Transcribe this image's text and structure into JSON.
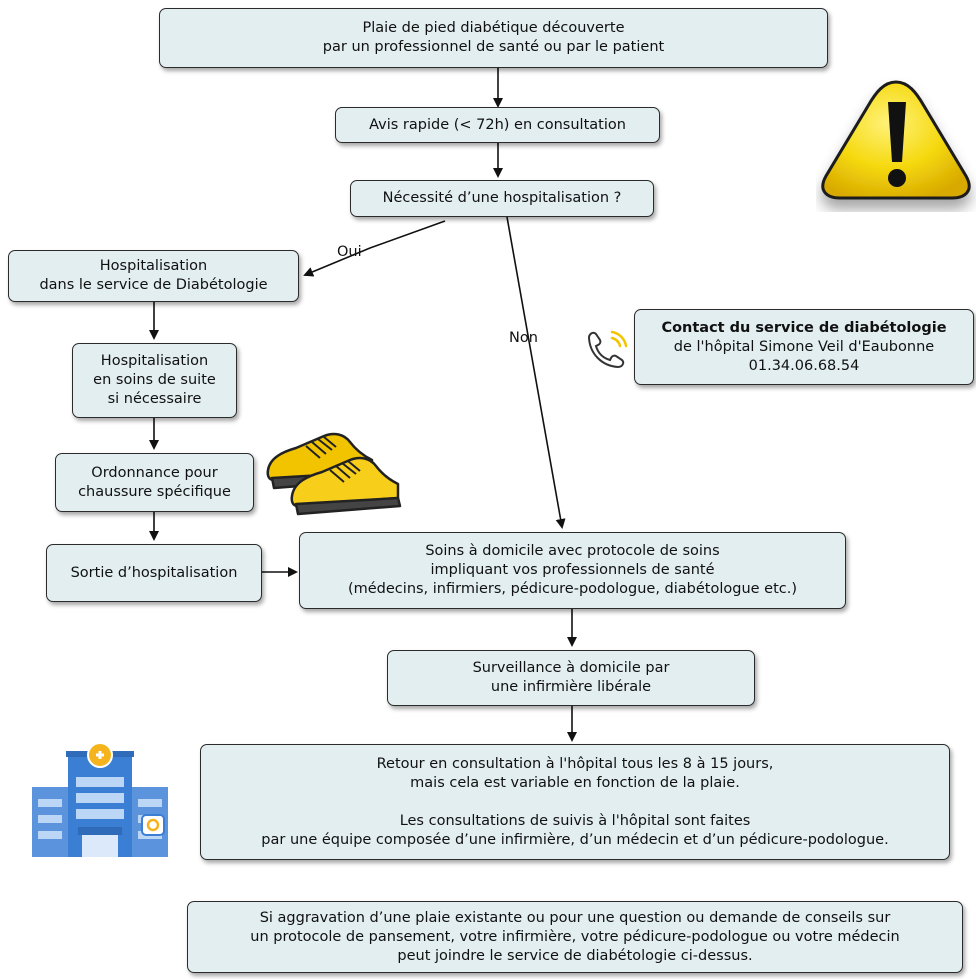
{
  "nodes": {
    "start": "Plaie de pied diabétique découverte\npar un professionnel de santé ou par le patient",
    "avis": "Avis rapide (< 72h) en consultation",
    "necessite": "Nécessité d’une hospitalisation ?",
    "hosp_diab": "Hospitalisation\ndans le service de Diabétologie",
    "hosp_suite": "Hospitalisation\nen soins de suite\nsi nécessaire",
    "ordonnance": "Ordonnance pour\nchaussure spécifique",
    "sortie": "Sortie d’hospitalisation",
    "soins": "Soins à domicile avec protocole de soins\nimpliquant vos professionnels de santé\n(médecins, infirmiers, pédicure-podologue, diabétologue etc.)",
    "surveillance": "Surveillance à domicile par\nune infirmière libérale",
    "retour_1": "Retour en consultation à l'hôpital tous les 8 à 15 jours,\nmais cela est variable en fonction de la plaie.",
    "retour_2": "Les consultations de suivis à l'hôpital sont faites\npar une équipe composée d’une infirmière, d’un médecin et d’un pédicure-podologue.",
    "aggravation": "Si aggravation d’une plaie existante ou pour une question ou demande de conseils  sur\nun protocole de pansement, votre infirmière, votre pédicure-podologue ou votre médecin\npeut joindre le service de diabétologie ci-dessus."
  },
  "contact": {
    "title": "Contact du service de diabétologie",
    "line1": "de l'hôpital Simone Veil d'Eaubonne",
    "phone": "01.34.06.68.54"
  },
  "edge_labels": {
    "oui": "Oui",
    "non": "Non"
  },
  "icons": [
    "warning-icon",
    "phone-icon",
    "shoes-icon",
    "hospital-icon"
  ],
  "colors": {
    "box_fill": "#e3eef1",
    "box_border": "#2b2b2b",
    "warning_yellow": "#f5d90f",
    "shoe_yellow": "#f2c400",
    "hospital_blue": "#3a7fd4"
  }
}
